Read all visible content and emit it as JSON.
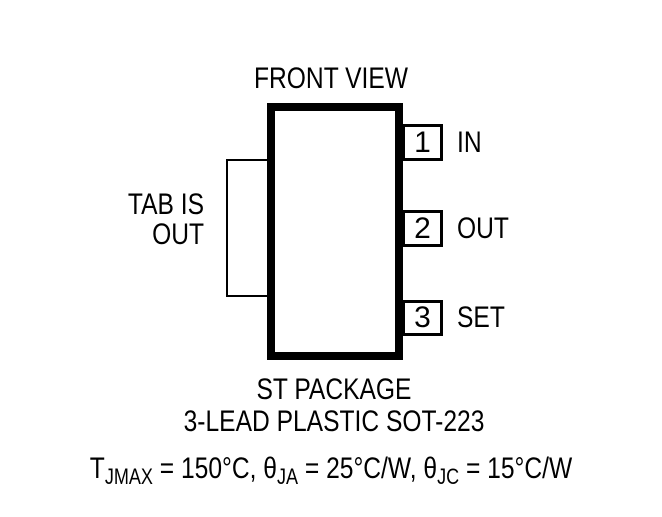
{
  "colors": {
    "line": "#000000",
    "background": "#ffffff"
  },
  "diagram": {
    "title": "FRONT VIEW",
    "tab_label": {
      "line1": "TAB IS",
      "line2": "OUT"
    },
    "pins": [
      {
        "number": "1",
        "name": "IN"
      },
      {
        "number": "2",
        "name": "OUT"
      },
      {
        "number": "3",
        "name": "SET"
      }
    ],
    "caption": {
      "line1": "ST PACKAGE",
      "line2": "3-LEAD PLASTIC SOT-223"
    },
    "thermal_note": {
      "t_symbol": "T",
      "t_subscript": "JMAX",
      "t_rest": " = 150°C, ",
      "theta_ja_symbol": "θ",
      "theta_ja_subscript": "JA",
      "theta_ja_rest": " = 25°C/W, ",
      "theta_jc_symbol": "θ",
      "theta_jc_subscript": "JC",
      "theta_jc_rest": " = 15°C/W"
    }
  }
}
